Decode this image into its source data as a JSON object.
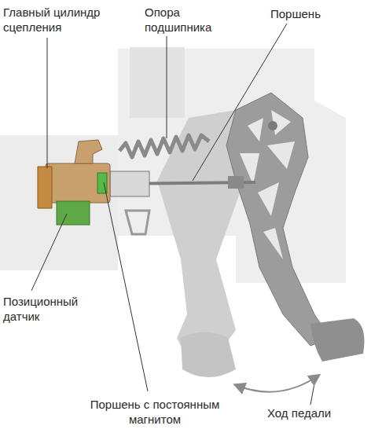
{
  "diagram": {
    "labels": [
      "Главный цилиндр сцепления",
      "Опора подшипника",
      "Поршень",
      "Позиционный датчик",
      "Поршень с постоянным магнитом",
      "Ход педали"
    ]
  }
}
